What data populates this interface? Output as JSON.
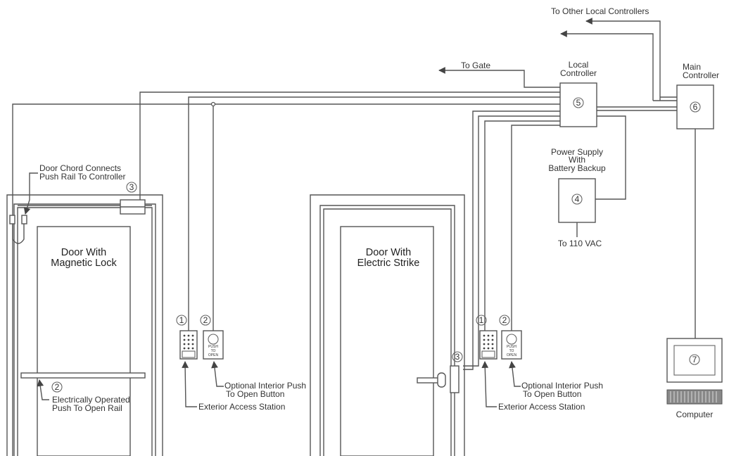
{
  "labels": {
    "to_other_controllers": "To Other Local Controllers",
    "to_gate": "To Gate",
    "local_controller": [
      "Local",
      "Controller"
    ],
    "main_controller": [
      "Main",
      "Controller"
    ],
    "power_supply": [
      "Power Supply",
      "With",
      "Battery Backup"
    ],
    "to_110_vac": "To 110 VAC",
    "door_chord": [
      "Door Chord Connects",
      "Push Rail To Controller"
    ],
    "door_mag": [
      "Door With",
      "Magnetic Lock"
    ],
    "door_strike": [
      "Door With",
      "Electric Strike"
    ],
    "rail": [
      "Electrically Operated",
      "Push To Open Rail"
    ],
    "optional_push": [
      "Optional Interior Push",
      "To Open Button"
    ],
    "exterior_access": "Exterior Access Station",
    "computer": "Computer",
    "push_button_text": [
      "PUSH",
      "TO",
      "OPEN"
    ]
  },
  "markers": {
    "n1": "1",
    "n2": "2",
    "n3": "3",
    "n4": "4",
    "n5": "5",
    "n6": "6",
    "n7": "7"
  }
}
